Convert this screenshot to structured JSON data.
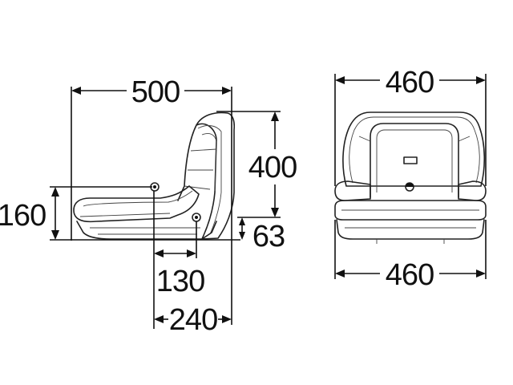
{
  "side_view": {
    "overall_depth": "500",
    "backrest_height": "400",
    "seat_height": "160",
    "pivot_offset": "63",
    "pivot_to_mount": "130",
    "mount_to_back": "240"
  },
  "front_view": {
    "top_width": "460",
    "bottom_width": "460"
  }
}
